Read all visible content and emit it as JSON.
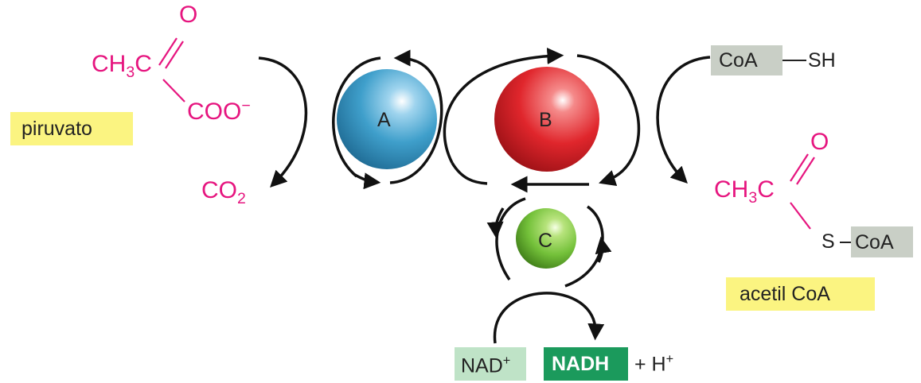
{
  "substrate": {
    "methyl": "CH",
    "methyl_sub": "3",
    "carbon": "C",
    "oxygen": "O",
    "carboxylate": "COO",
    "charge": "−",
    "name": "piruvato"
  },
  "co2": {
    "text": "CO",
    "sub": "2"
  },
  "enzymes": [
    {
      "label": "A",
      "color": "#3f9fcb"
    },
    {
      "label": "B",
      "color": "#e0262c"
    },
    {
      "label": "C",
      "color": "#74c13a"
    }
  ],
  "coa_sh": {
    "coa": "CoA",
    "sh": "SH"
  },
  "product": {
    "methyl": "CH",
    "methyl_sub": "3",
    "carbon": "C",
    "oxygen": "O",
    "sulfur": "S",
    "coa": "CoA",
    "name": "acetil CoA"
  },
  "cofactors": {
    "nad": "NAD",
    "nad_sup": "+",
    "nadh": "NADH",
    "plus": "+ H",
    "plus_sup": "+"
  }
}
